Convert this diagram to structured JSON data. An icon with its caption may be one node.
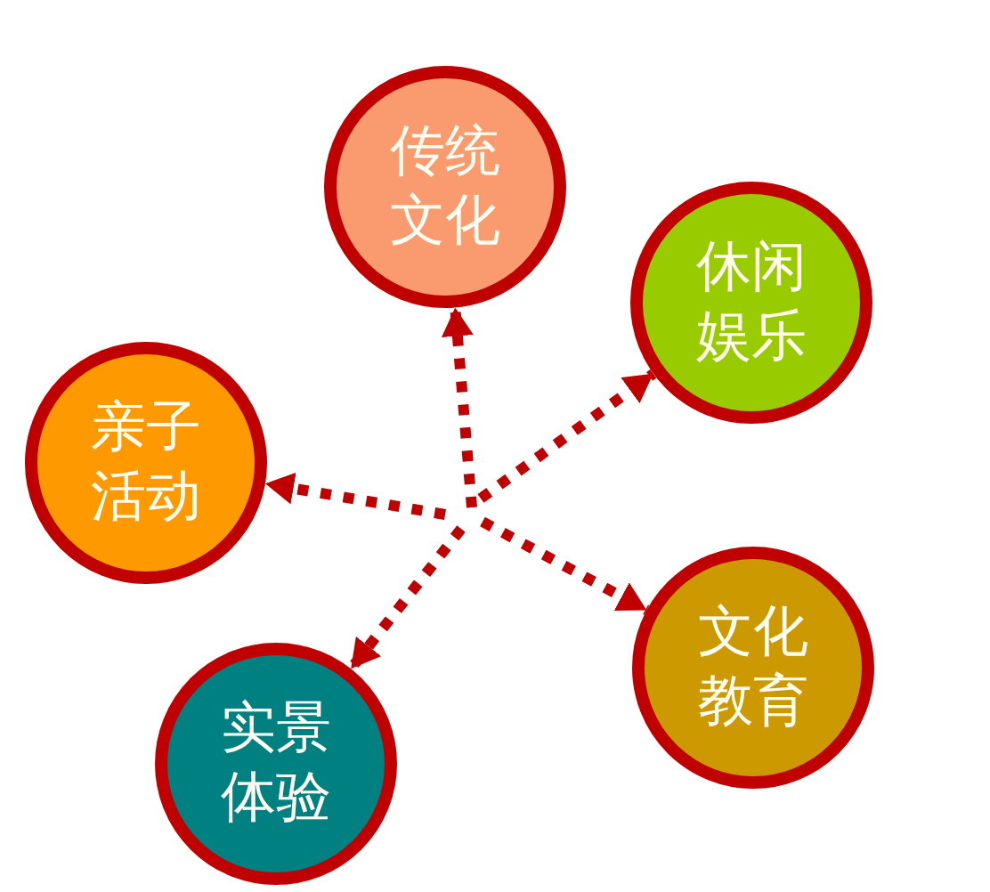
{
  "diagram": {
    "nodes": [
      {
        "text": [
          "传统文化"
        ]
      },
      {
        "text": [
          "休闲娱乐"
        ]
      },
      {
        "text": [
          "亲子活动"
        ]
      },
      {
        "text": [
          "文化教育"
        ]
      },
      {
        "text": [
          "实景体验"
        ]
      }
    ],
    "edges": [
      {
        "from": null,
        "to": 0,
        "arrow": "to"
      },
      {
        "from": null,
        "to": 1,
        "arrow": "to"
      },
      {
        "from": null,
        "to": 2,
        "arrow": "to"
      },
      {
        "from": null,
        "to": 3,
        "arrow": "to"
      },
      {
        "from": null,
        "to": 4,
        "arrow": "to"
      }
    ]
  }
}
